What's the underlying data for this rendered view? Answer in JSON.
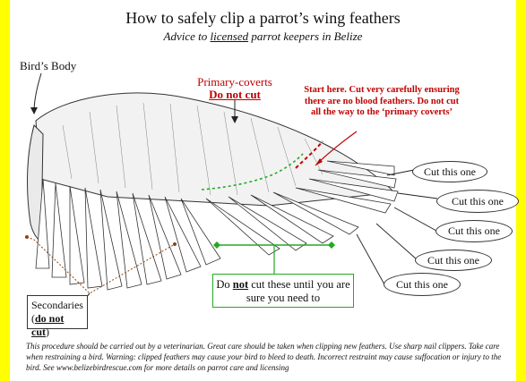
{
  "header": {
    "title": "How to safely clip a parrot’s wing feathers",
    "subtitle_pre": "Advice to ",
    "subtitle_underlined": "licensed",
    "subtitle_post": " parrot keepers in Belize"
  },
  "labels": {
    "birds_body": "Bird’s Body",
    "primary_coverts": "Primary-coverts",
    "primary_coverts_warning": "Do not cut",
    "start_here": "Start here. Cut very carefully ensuring there are no blood feathers. Do not cut all the way to the ‘primary coverts’",
    "secondaries_title": "Secondaries",
    "secondaries_warning": "do not cut",
    "do_not_cut_pre": "Do ",
    "do_not_cut_bold": "not",
    "do_not_cut_post": " cut these until you are sure you need to"
  },
  "cut_labels": [
    "Cut this one",
    "Cut this one",
    "Cut this one",
    "Cut this one",
    "Cut this one"
  ],
  "footer": "This procedure should be carried out by a veterinarian. Great care should be taken when clipping new feathers. Use sharp nail clippers. Take care when restraining a bird. Warning: clipped feathers may cause your bird to bleed to death. Incorrect restraint may cause suffocation or injury to the bird. See www.belizebirdrescue.com for more details on parrot care and licensing",
  "colors": {
    "background": "#ffff00",
    "warning_red": "#c00000",
    "green_marker": "#22aa22",
    "ink": "#222222"
  }
}
